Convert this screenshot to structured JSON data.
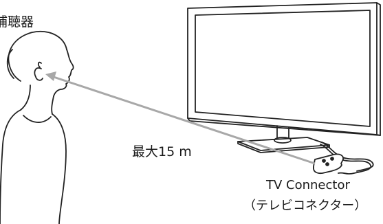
{
  "labels": {
    "hearing_aid": "補聴器",
    "distance": "最大15 m",
    "connector_name": "TV Connector",
    "connector_reading": "（テレビコネクター）"
  },
  "colors": {
    "line_art": "#222222",
    "signal_line": "#a8a8a8",
    "background": "#ffffff"
  },
  "icons": {
    "person": "woman-profile",
    "television": "flat-screen-tv",
    "connector": "tv-connector-device"
  }
}
